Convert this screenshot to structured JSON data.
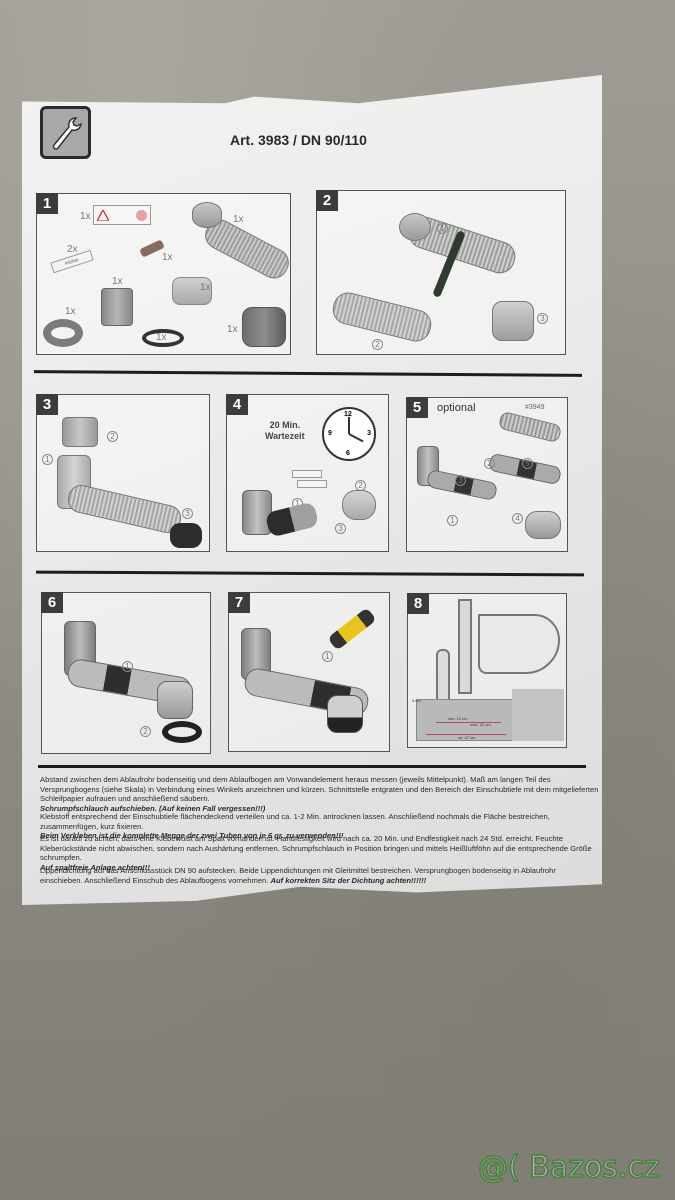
{
  "document": {
    "title": "Art. 3983 / DN 90/110",
    "header_icon": "wrench-icon"
  },
  "steps": [
    {
      "number": "1",
      "labels": [
        "1x",
        "2x",
        "1x",
        "1x",
        "1x",
        "1x",
        "1x",
        "1x",
        "1x"
      ],
      "tube_label": "Kleber"
    },
    {
      "number": "2",
      "callouts": [
        "1",
        "2",
        "3"
      ]
    },
    {
      "number": "3",
      "callouts": [
        "1",
        "2",
        "3"
      ]
    },
    {
      "number": "4",
      "wait_text_line1": "20 Min.",
      "wait_text_line2": "Wartezeit",
      "clock_numbers": [
        "12",
        "3",
        "6",
        "9"
      ],
      "callouts": [
        "1",
        "2",
        "3"
      ]
    },
    {
      "number": "5",
      "tag": "optional",
      "article": "#3949",
      "callouts": [
        "1",
        "2",
        "3",
        "4",
        "5"
      ]
    },
    {
      "number": "6",
      "callouts": [
        "1",
        "2"
      ]
    },
    {
      "number": "7",
      "callouts": [
        "1"
      ]
    },
    {
      "number": "8",
      "dims": [
        "min. 12 cm",
        "max. 32 cm",
        "ca. 47 cm",
        "5 cm"
      ]
    }
  ],
  "instructions": [
    {
      "text": "Abstand zwischen dem Ablaufrohr bodenseitig und dem Ablaufbogen am Vorwandelement heraus messen (jeweils Mittelpunkt). Maß am langen Teil des Versprungbogens (siehe Skala) in Verbindung eines Winkels anzeichnen und kürzen. Schnittstelle entgraten und den Bereich der Einschubtiefe mit dem mitgelieferten Schleifpapier aufrauen und anschließend säubern.",
      "emphasis": "Schrumpfschlauch aufschieben. (Auf keinen Fall vergessen!!!)"
    },
    {
      "text": "Klebstoff entsprechend der Einschubtiefe flächendeckend verteilen und ca. 1-2 Min. antrocknen lassen. Anschließend nochmals die Fläche bestreichen, zusammenfügen, kurz fixieren.",
      "emphasis": "Beim Verkleben ist die komplette Menge der zwei Tuben von je 6 gr. zu verwenden!!!"
    },
    {
      "text": "Es ist darauf zu achten, dass eine Klebewulst am Spalt vorhanden ist. Handfestigkeit wird nach ca. 20 Min. und Endfestigkeit nach 24 Std. erreicht. Feuchte Kleberückstände nicht abwischen, sondern nach Aushärtung entfernen. Schrumpfschlauch in Position bringen und mittels Heißluftföhn auf die entsprechende Größe schrumpfen.",
      "emphasis": "Auf spaltfreie Anlage achten!!!"
    },
    {
      "text": "Lippendichtung auf das Anschlussstück DN 90 aufstecken. Beide Lippendichtungen mit Gleitmittel bestreichen. Versprungbogen bodenseitig in Ablaufrohr einschieben. Anschließend Einschub des Ablaufbogens vornehmen.",
      "emphasis": "Auf korrekten Sitz der Dichtung achten!!!!!!"
    }
  ],
  "watermark": "@( Bazos.cz",
  "colors": {
    "background": "#8f8d85",
    "paper": "#ebebe9",
    "step_badge": "#3c3c3c",
    "watermark_fill": "#d49ad4",
    "watermark_stroke": "#3b8a2d",
    "drill_accent": "#e8c51a"
  }
}
